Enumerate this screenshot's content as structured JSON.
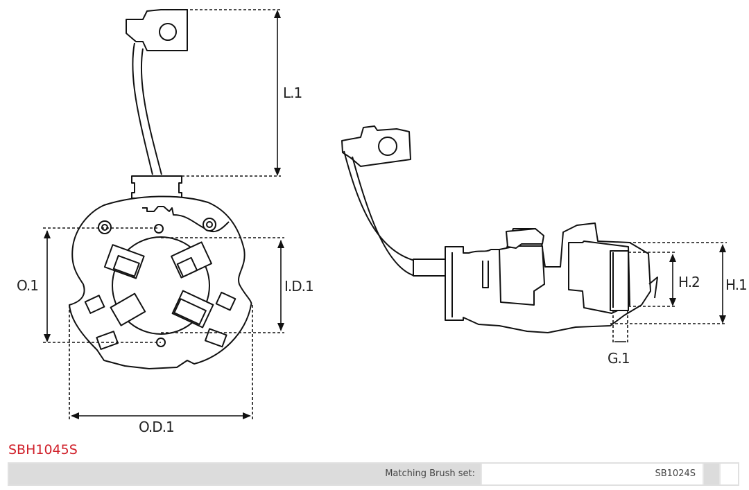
{
  "product": {
    "code": "SBH1045S",
    "accent_color": "#d0202a"
  },
  "dimensions": {
    "l1": "L.1",
    "o1": "O.1",
    "id1": "I.D.1",
    "od1": "O.D.1",
    "h1": "H.1",
    "h2": "H.2",
    "g1": "G.1"
  },
  "spec_table": {
    "rows": [
      {
        "label": "Matching Brush set:",
        "value": "SB1024S"
      }
    ]
  }
}
